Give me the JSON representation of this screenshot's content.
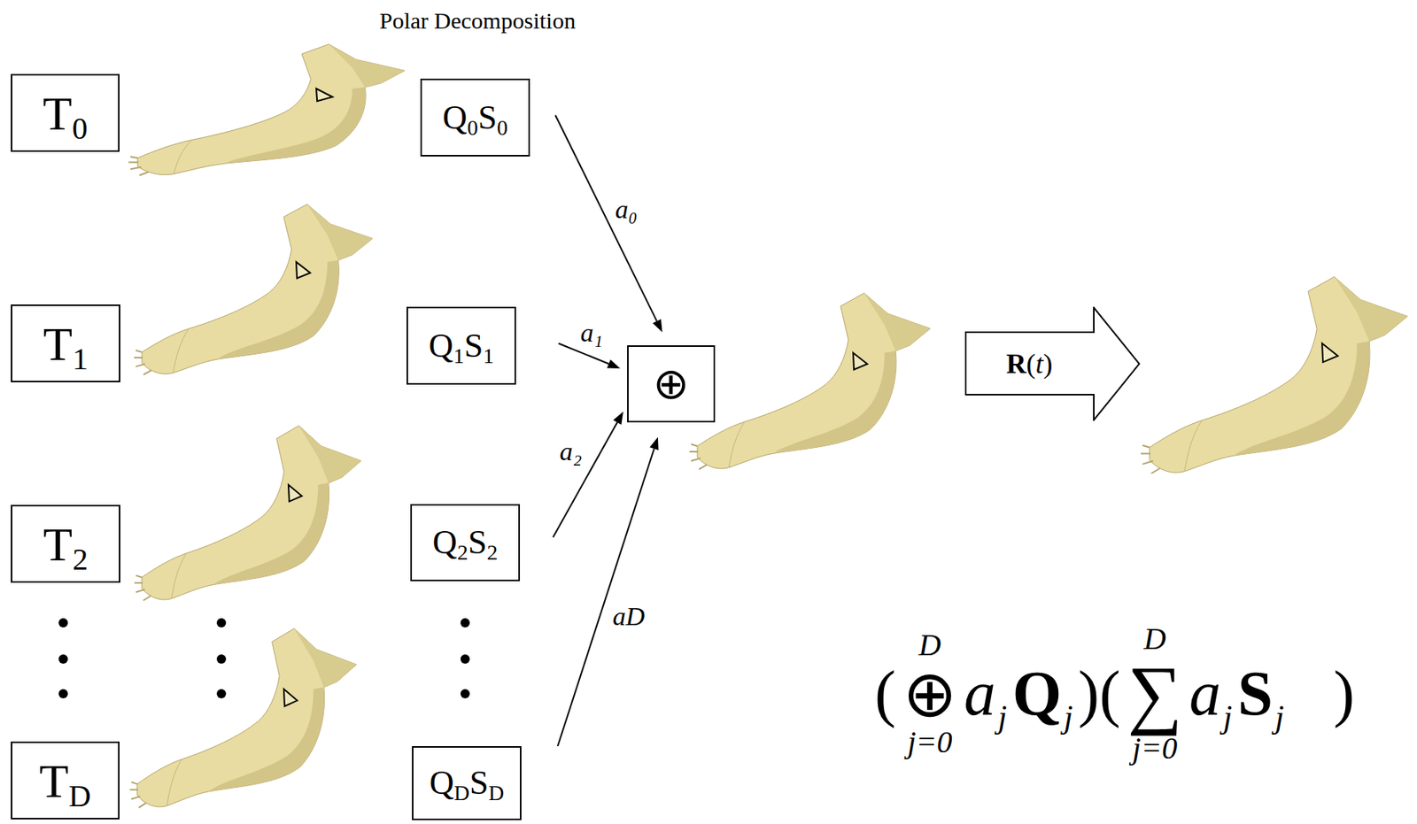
{
  "diagram": {
    "nodes": [
      {
        "text": [
          "T",
          "0"
        ]
      },
      {
        "text": [
          "Q",
          "0",
          "S",
          "0"
        ]
      },
      {
        "text": [
          "T",
          "1"
        ]
      },
      {
        "text": [
          "Q",
          "1",
          "S",
          "1"
        ]
      },
      {
        "text": [
          "⊕"
        ]
      },
      {
        "text": [
          "R",
          "(",
          "t",
          ")"
        ]
      },
      {
        "text": [
          "T",
          "2"
        ]
      },
      {
        "text": [
          "Q",
          "2",
          "S",
          "2"
        ]
      },
      {
        "text": [
          "T",
          "D"
        ]
      },
      {
        "text": [
          "Q",
          "D",
          "S",
          "D"
        ]
      }
    ],
    "edges": [
      {
        "from": 1,
        "to": 4,
        "arrow": "to",
        "label": "a₀"
      },
      {
        "from": 3,
        "to": 4,
        "arrow": "to",
        "label": "a₁"
      },
      {
        "from": 7,
        "to": 4,
        "arrow": "to",
        "label": "a₂"
      },
      {
        "from": 9,
        "to": 4,
        "arrow": "to",
        "label": "aD"
      }
    ],
    "labels": [
      "Polar Decomposition",
      "(",
      "D",
      "⊕",
      "j=0",
      "a",
      "j",
      "Q",
      "j",
      ")(",
      "D",
      "∑",
      "j=0",
      "a",
      "j",
      "S",
      "j",
      ")"
    ]
  }
}
